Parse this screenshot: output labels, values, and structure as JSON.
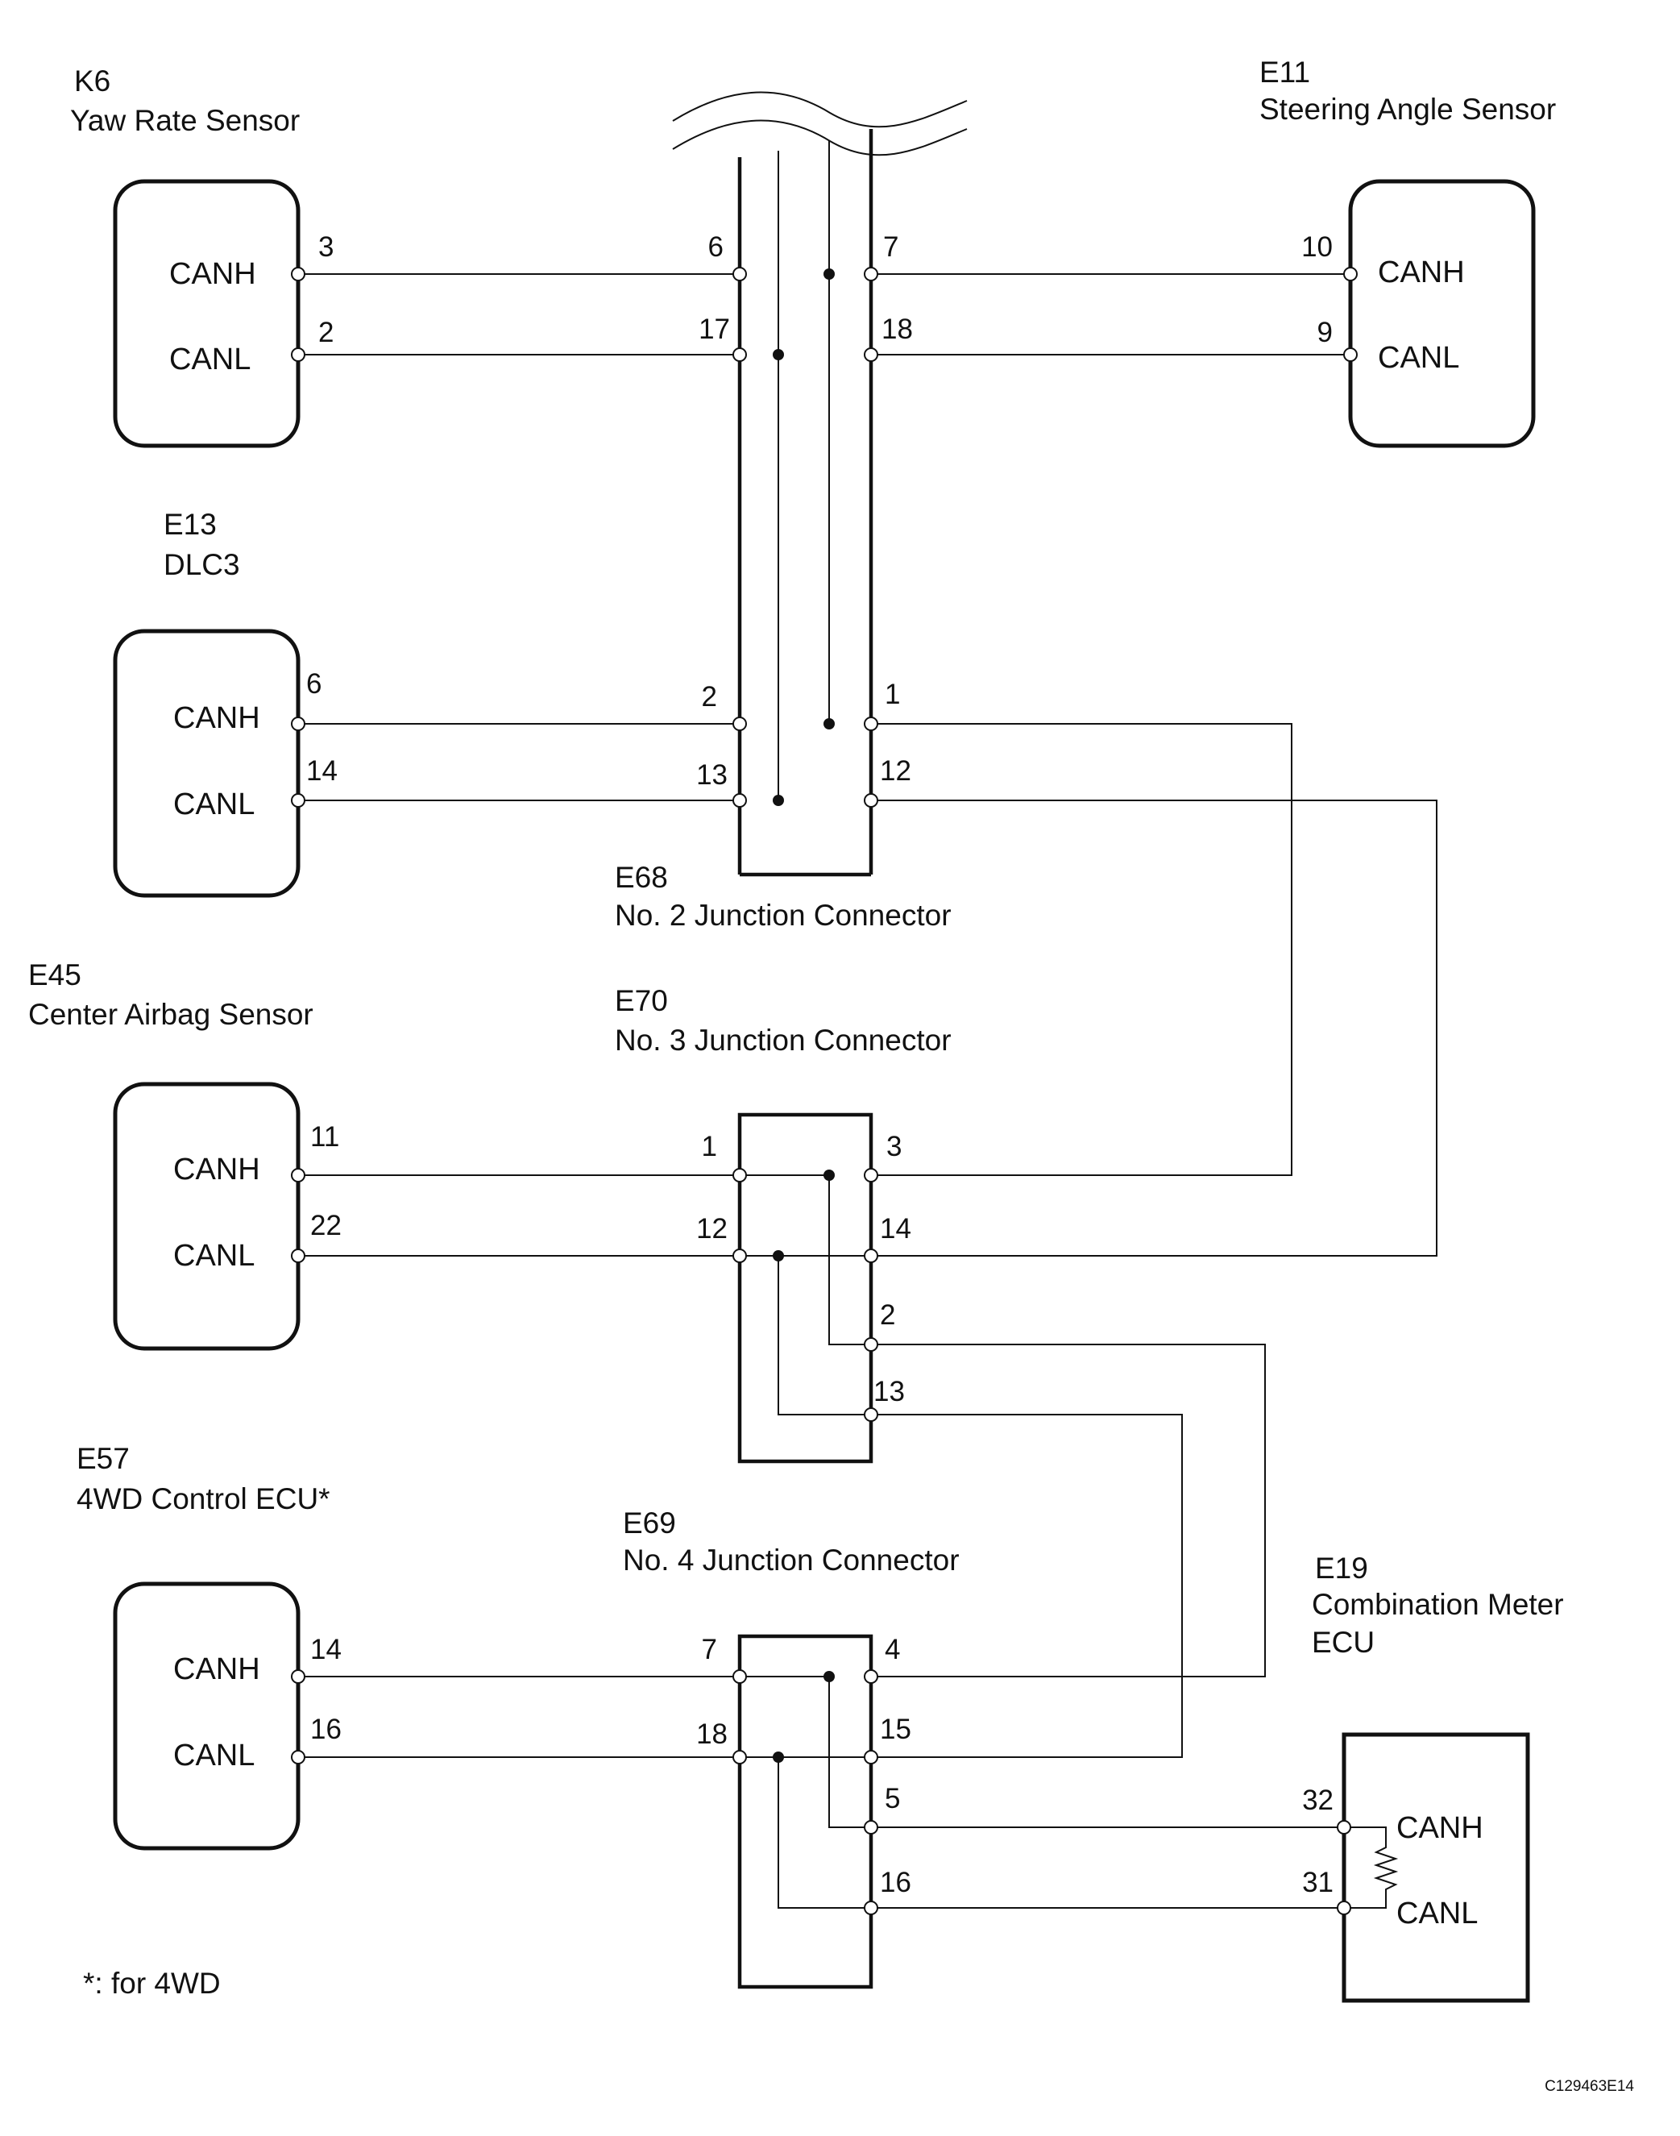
{
  "components": {
    "k6": {
      "code": "K6",
      "name": "Yaw Rate Sensor",
      "canh": "CANH",
      "canl": "CANL",
      "pin_canh": "3",
      "pin_canl": "2"
    },
    "e11": {
      "code": "E11",
      "name": "Steering Angle Sensor",
      "canh": "CANH",
      "canl": "CANL",
      "pin_canh": "10",
      "pin_canl": "9"
    },
    "e13": {
      "code": "E13",
      "name": "DLC3",
      "canh": "CANH",
      "canl": "CANL",
      "pin_canh": "6",
      "pin_canl": "14"
    },
    "e45": {
      "code": "E45",
      "name": "Center Airbag Sensor",
      "canh": "CANH",
      "canl": "CANL",
      "pin_canh": "11",
      "pin_canl": "22"
    },
    "e57": {
      "code": "E57",
      "name": "4WD Control ECU*",
      "canh": "CANH",
      "canl": "CANL",
      "pin_canh": "14",
      "pin_canl": "16"
    },
    "e19": {
      "code": "E19",
      "name_line1": "Combination Meter",
      "name_line2": "ECU",
      "canh": "CANH",
      "canl": "CANL",
      "pin_canh": "32",
      "pin_canl": "31"
    }
  },
  "junctions": {
    "e68": {
      "code": "E68",
      "name": "No. 2 Junction Connector",
      "pins": {
        "l6": "6",
        "r7": "7",
        "l17": "17",
        "r18": "18",
        "l2": "2",
        "r1": "1",
        "l13": "13",
        "r12": "12"
      }
    },
    "e70": {
      "code": "E70",
      "name": "No. 3 Junction Connector",
      "pins": {
        "l1": "1",
        "r3": "3",
        "l12": "12",
        "r14": "14",
        "r2": "2",
        "r13": "13"
      }
    },
    "e69": {
      "code": "E69",
      "name": "No. 4 Junction Connector",
      "pins": {
        "l7": "7",
        "r4": "4",
        "l18": "18",
        "r15": "15",
        "r5": "5",
        "r16": "16"
      }
    }
  },
  "footnote": "*: for 4WD",
  "figure_id": "C129463E14"
}
